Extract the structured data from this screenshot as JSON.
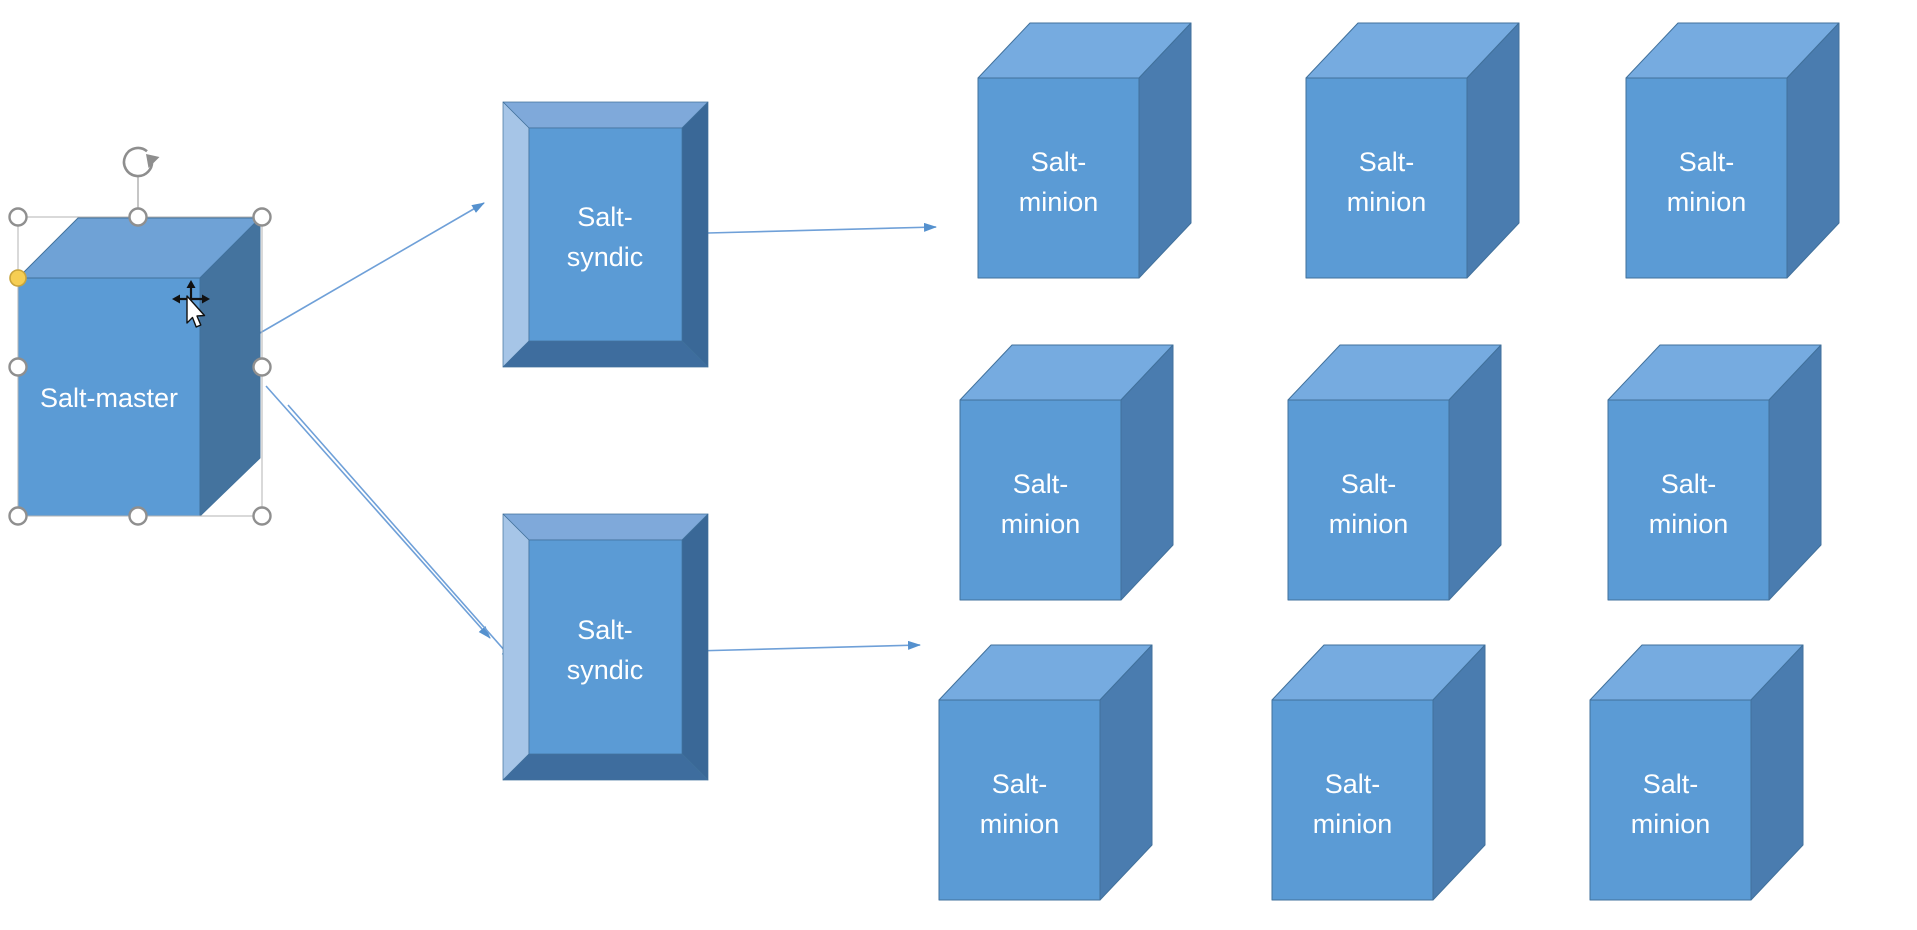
{
  "diagram": {
    "title_hint": "Salt master / syndic / minion topology on a slide canvas",
    "nodes": {
      "master": {
        "id": "salt-master",
        "label": "Salt-master",
        "shape": "cube",
        "selected": true
      },
      "syndics": [
        {
          "id": "salt-syndic-1",
          "label": "Salt-syndic",
          "line1": "Salt-",
          "line2": "syndic",
          "shape": "bevel"
        },
        {
          "id": "salt-syndic-2",
          "label": "Salt-syndic",
          "line1": "Salt-",
          "line2": "syndic",
          "shape": "bevel"
        }
      ],
      "minions": [
        {
          "id": "salt-minion-1",
          "label": "Salt-minion",
          "line1": "Salt-",
          "line2": "minion",
          "shape": "cube"
        },
        {
          "id": "salt-minion-2",
          "label": "Salt-minion",
          "line1": "Salt-",
          "line2": "minion",
          "shape": "cube"
        },
        {
          "id": "salt-minion-3",
          "label": "Salt-minion",
          "line1": "Salt-",
          "line2": "minion",
          "shape": "cube"
        },
        {
          "id": "salt-minion-4",
          "label": "Salt-minion",
          "line1": "Salt-",
          "line2": "minion",
          "shape": "cube"
        },
        {
          "id": "salt-minion-5",
          "label": "Salt-minion",
          "line1": "Salt-",
          "line2": "minion",
          "shape": "cube"
        },
        {
          "id": "salt-minion-6",
          "label": "Salt-minion",
          "line1": "Salt-",
          "line2": "minion",
          "shape": "cube"
        },
        {
          "id": "salt-minion-7",
          "label": "Salt-minion",
          "line1": "Salt-",
          "line2": "minion",
          "shape": "cube"
        },
        {
          "id": "salt-minion-8",
          "label": "Salt-minion",
          "line1": "Salt-",
          "line2": "minion",
          "shape": "cube"
        },
        {
          "id": "salt-minion-9",
          "label": "Salt-minion",
          "line1": "Salt-",
          "line2": "minion",
          "shape": "cube"
        }
      ]
    },
    "edges": [
      {
        "from": "salt-master",
        "to": "salt-syndic-1",
        "style": "single-arrow"
      },
      {
        "from": "salt-master",
        "to": "salt-syndic-2",
        "style": "double-arrow"
      },
      {
        "from": "salt-syndic-1",
        "to": "minion-grid-row-1",
        "style": "single-arrow"
      },
      {
        "from": "salt-syndic-2",
        "to": "minion-grid-row-3",
        "style": "single-arrow"
      }
    ],
    "selection": {
      "selected_node": "salt-master",
      "handles": [
        "nw",
        "n",
        "ne",
        "w",
        "e",
        "sw",
        "s",
        "se"
      ],
      "adjust_handle": true,
      "rotate_handle": true,
      "cursor": "move"
    }
  },
  "colors": {
    "canvas_background": "#FFFFFF",
    "cube_front": "#5B9BD5",
    "cube_top": "#76ABE0",
    "cube_side": "#4A7CAF",
    "master_top": "#6FA2D6",
    "master_side": "#44739E",
    "bevel_left": "#A6C5E7",
    "bevel_top": "#7FA9DA",
    "bevel_right": "#3A6897",
    "bevel_bottom": "#3E6D9E",
    "shape_outline": "#41719C",
    "connector": "#6FA0D8",
    "label_text": "#FFFFFF",
    "handle_ring": "#8F8F8F",
    "adjust_handle_fill": "#F6CE53"
  }
}
